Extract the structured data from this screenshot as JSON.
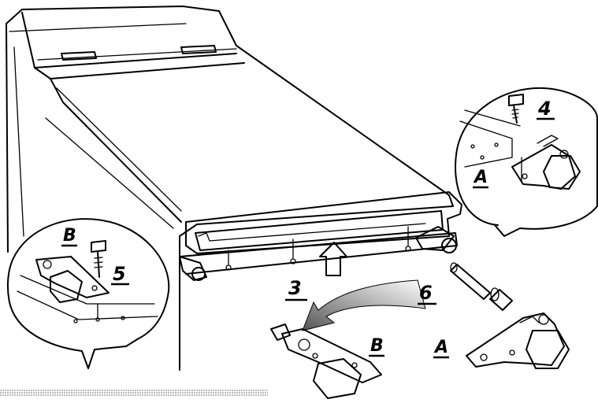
{
  "callouts": [
    {
      "id": "step-3",
      "text": "3"
    },
    {
      "id": "step-4",
      "text": "4"
    },
    {
      "id": "step-5",
      "text": "5"
    },
    {
      "id": "step-6",
      "text": "6"
    }
  ],
  "hinge_labels": {
    "a_detail": "A",
    "b_detail": "B",
    "b_loose": "B",
    "a_loose": "A"
  },
  "colors": {
    "ink": "#000000",
    "halftone": "#bdbdbd",
    "paper": "#ffffff"
  },
  "icons": [
    "screw-icon",
    "hinge-a-icon",
    "hinge-b-icon",
    "pin-icon",
    "bushing-icon",
    "up-arrow-icon",
    "curved-arrow-icon"
  ]
}
